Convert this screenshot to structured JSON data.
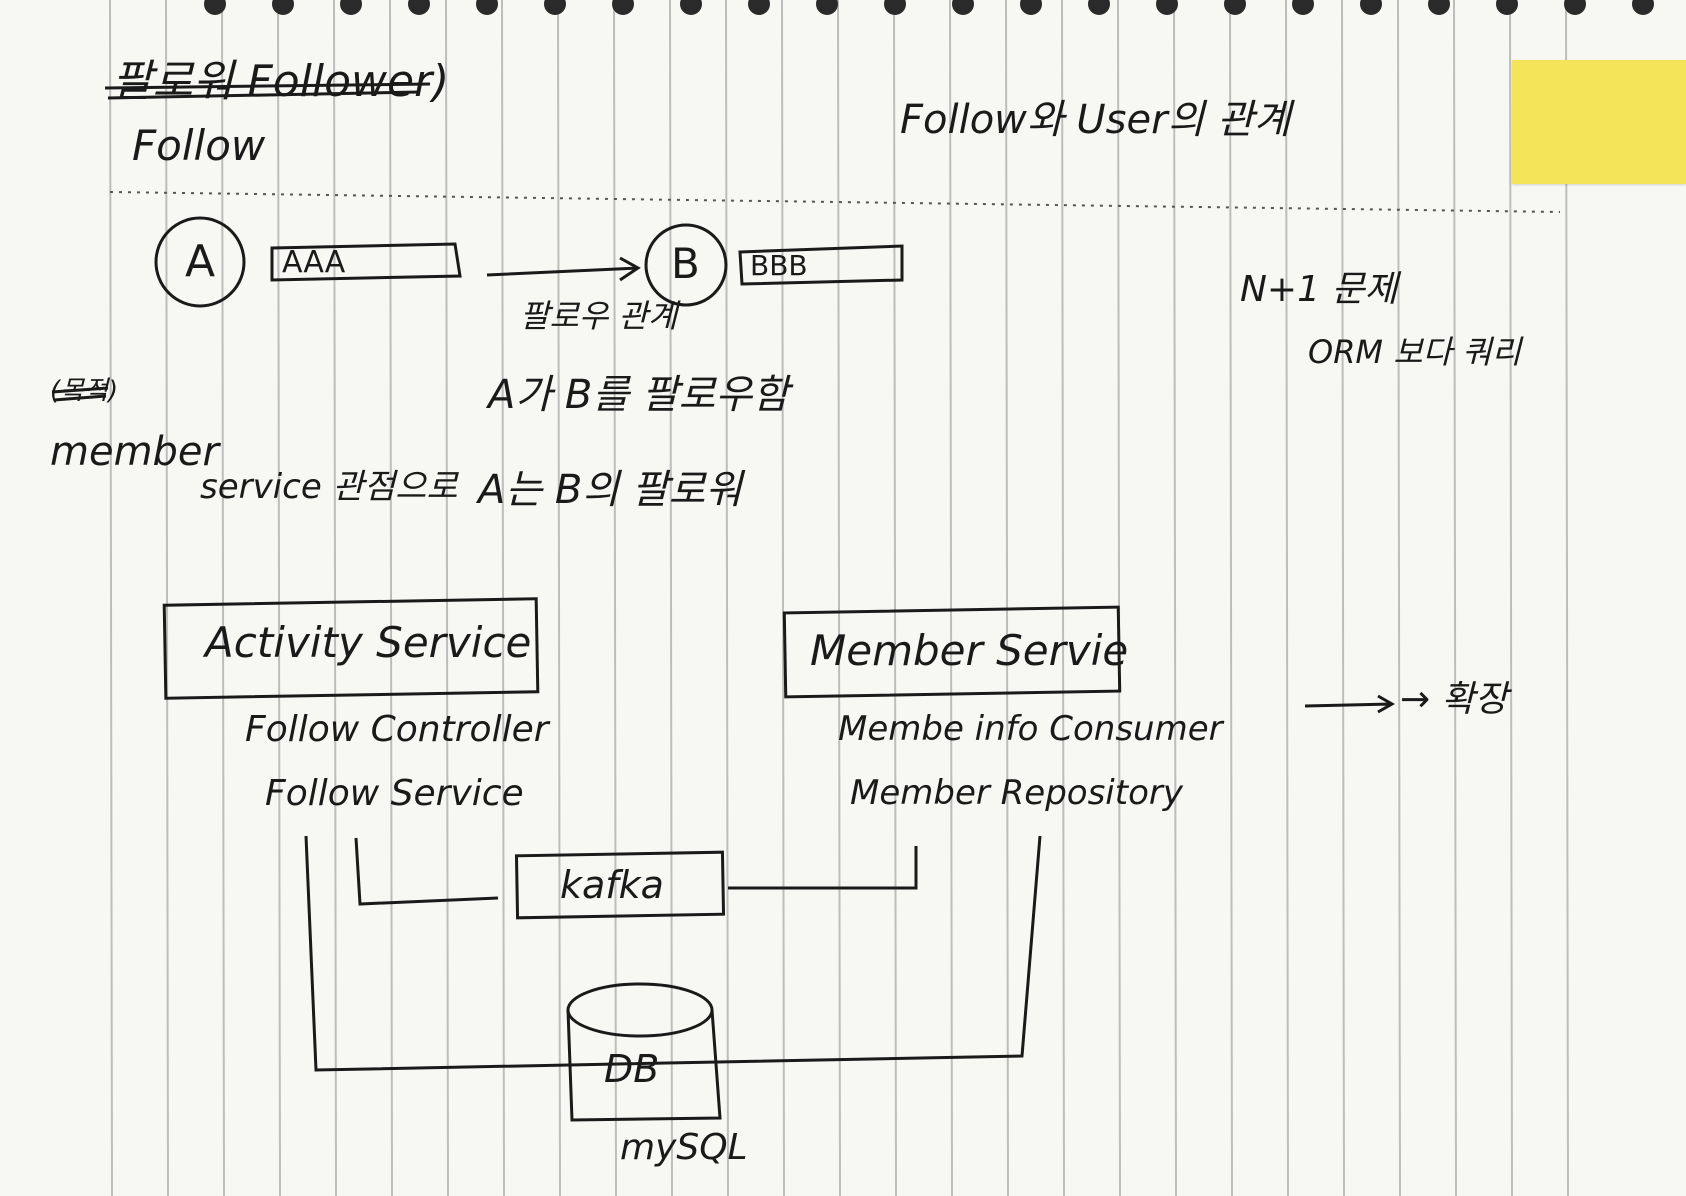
{
  "header": {
    "struck_title": "팔로워 Follower)",
    "title": "Follow",
    "relation_note": "Follow와 User의 관계"
  },
  "follow_example": {
    "node_a": "A",
    "box_a": "AAA",
    "node_b": "B",
    "box_b": "BBB",
    "arrow_label": "팔로우 관계",
    "statement_1": "A가 B를 팔로우함",
    "statement_2": "A는 B의 팔로워"
  },
  "notes": {
    "struck_note": "(목적)",
    "member": "member",
    "service_prefix": "service 관점으로",
    "n_plus_one": "N+1 문제",
    "orm": "ORM 보다 쿼리",
    "extension": "→ 확장"
  },
  "services": {
    "activity": {
      "name": "Activity Service",
      "components": [
        "Follow Controller",
        "Follow Service"
      ]
    },
    "member": {
      "name": "Member Servie",
      "components": [
        "Membe info Consumer",
        "Member Repository"
      ]
    }
  },
  "infrastructure": {
    "broker": "kafka",
    "database": "DB",
    "database_engine": "mySQL"
  },
  "colors": {
    "paper": "#f7f7f4",
    "ink": "#1a1a1a",
    "rule_line": "#bdbdbd",
    "sticky_note": "#f4e45a"
  }
}
